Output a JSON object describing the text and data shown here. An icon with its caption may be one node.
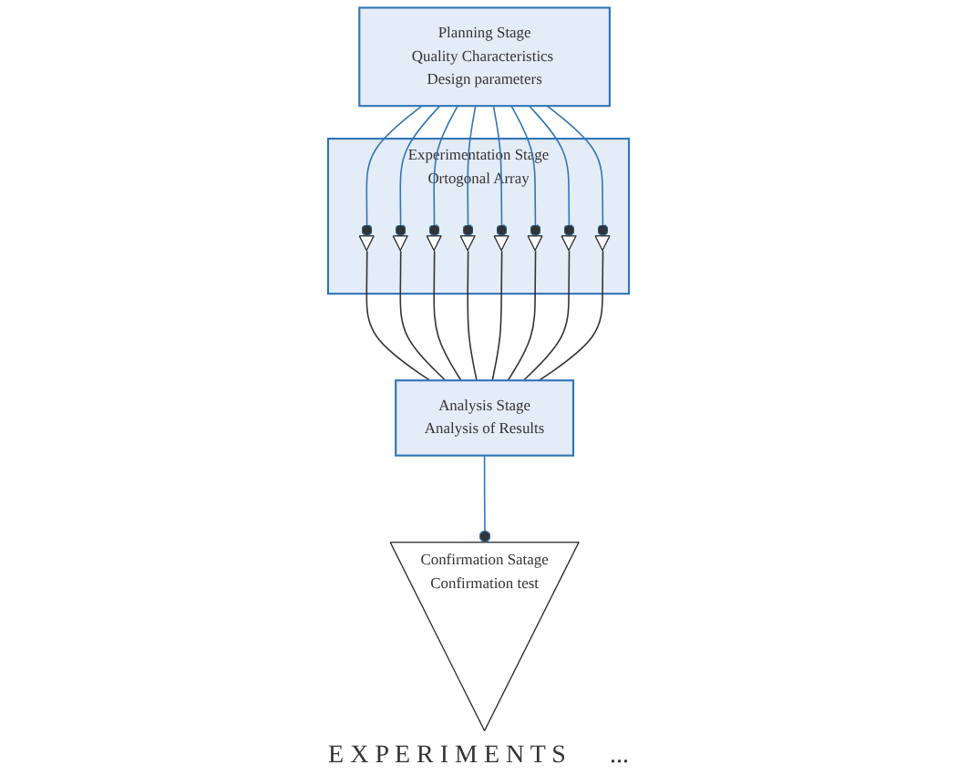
{
  "diagram": {
    "nodes": [
      {
        "text": [
          "Planning Stage",
          "Quality Characteristics Design parameters"
        ]
      },
      {
        "text": [
          "Experimentation Stage",
          "Ortogonal Array"
        ]
      },
      {
        "text": [],
        "shape": "triangle",
        "in": 1
      },
      {
        "text": [],
        "shape": "triangle",
        "in": 1
      },
      {
        "text": [],
        "shape": "triangle",
        "in": 1
      },
      {
        "text": [],
        "shape": "triangle",
        "in": 1
      },
      {
        "text": [],
        "shape": "triangle",
        "in": 1
      },
      {
        "text": [],
        "shape": "triangle",
        "in": 1
      },
      {
        "text": [],
        "shape": "triangle",
        "in": 1
      },
      {
        "text": [],
        "shape": "triangle",
        "in": 1
      },
      {
        "text": [
          "Analysis Stage",
          "Analysis of Results"
        ]
      },
      {
        "text": [
          "Confirmation Satage",
          "Confirmation test"
        ]
      }
    ],
    "edges": [
      {
        "from": 0,
        "to": 2,
        "arrow": "other"
      },
      {
        "from": 0,
        "to": 3,
        "arrow": "other"
      },
      {
        "from": 0,
        "to": 4,
        "arrow": "other"
      },
      {
        "from": 0,
        "to": 5,
        "arrow": "other"
      },
      {
        "from": 0,
        "to": 6,
        "arrow": "other"
      },
      {
        "from": 0,
        "to": 7,
        "arrow": "other"
      },
      {
        "from": 0,
        "to": 8,
        "arrow": "other"
      },
      {
        "from": 0,
        "to": 9,
        "arrow": "other"
      },
      {
        "from": 2,
        "to": 10,
        "arrow": "none",
        "color": "#333333"
      },
      {
        "from": 3,
        "to": 10,
        "arrow": "none",
        "color": "#333333"
      },
      {
        "from": 4,
        "to": 10,
        "arrow": "none",
        "color": "#333333"
      },
      {
        "from": 5,
        "to": 10,
        "arrow": "none",
        "color": "#333333"
      },
      {
        "from": 6,
        "to": 10,
        "arrow": "none",
        "color": "#333333"
      },
      {
        "from": 7,
        "to": 10,
        "arrow": "none",
        "color": "#333333"
      },
      {
        "from": 8,
        "to": 10,
        "arrow": "none",
        "color": "#333333"
      },
      {
        "from": 9,
        "to": 10,
        "arrow": "none",
        "color": "#333333"
      },
      {
        "from": 10,
        "to": 11,
        "arrow": "other"
      }
    ],
    "labels": [
      "E X P E R I M E N T S",
      "..."
    ]
  }
}
